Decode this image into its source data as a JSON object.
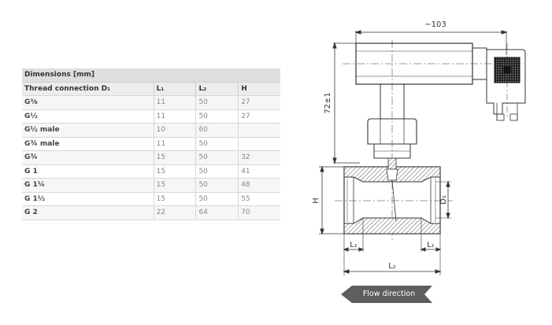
{
  "table": {
    "caption": "Dimensions [mm]",
    "headers": [
      "Thread connection D₁",
      "L₁",
      "L₂",
      "H"
    ],
    "rows": [
      [
        "G⅜",
        "11",
        "50",
        "27"
      ],
      [
        "G½",
        "11",
        "50",
        "27"
      ],
      [
        "G½ male",
        "10",
        "60",
        ""
      ],
      [
        "G¾ male",
        "11",
        "50",
        ""
      ],
      [
        "G¾",
        "15",
        "50",
        "32"
      ],
      [
        "G 1",
        "15",
        "50",
        "41"
      ],
      [
        "G 1¼",
        "15",
        "50",
        "48"
      ],
      [
        "G 1½",
        "15",
        "50",
        "55"
      ],
      [
        "G 2",
        "22",
        "64",
        "70"
      ]
    ]
  },
  "drawing": {
    "width_label": "~103",
    "height_label": "72±1",
    "h_label": "H",
    "d1_label": "D₁",
    "l1_left_label": "L₁",
    "l1_right_label": "L₁",
    "l2_label": "L₂"
  },
  "flow": {
    "label": "Flow direction",
    "color": "#5e5e5e"
  }
}
